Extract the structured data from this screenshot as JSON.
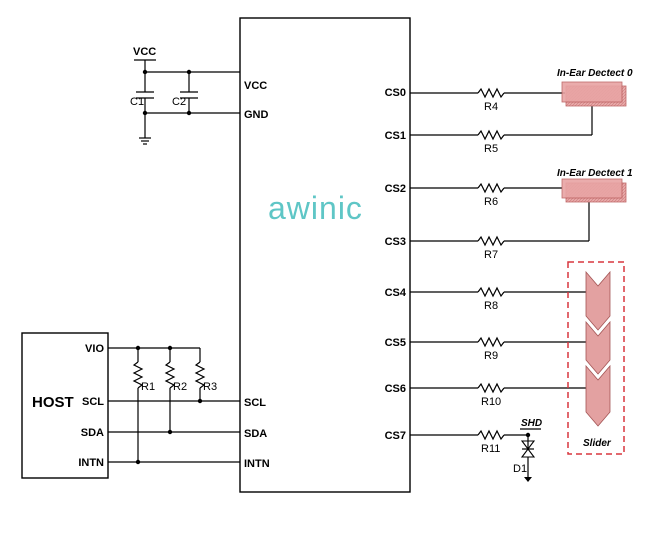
{
  "logo": "awinic",
  "power": {
    "vcc_label": "VCC"
  },
  "capacitors": [
    "C1",
    "C2"
  ],
  "host": {
    "label": "HOST",
    "pins": [
      "VIO",
      "SCL",
      "SDA",
      "INTN"
    ]
  },
  "chip": {
    "left_pins": [
      "VCC",
      "GND",
      "SCL",
      "SDA",
      "INTN"
    ],
    "right_pins": [
      "CS0",
      "CS1",
      "CS2",
      "CS3",
      "CS4",
      "CS5",
      "CS6",
      "CS7"
    ]
  },
  "pullups": [
    "R1",
    "R2",
    "R3"
  ],
  "series_resistors": [
    "R4",
    "R5",
    "R6",
    "R7",
    "R8",
    "R9",
    "R10",
    "R11"
  ],
  "pads": {
    "in_ear_0": "In-Ear Dectect 0",
    "in_ear_1": "In-Ear Dectect 1",
    "slider": "Slider",
    "shd": "SHD",
    "diode": "D1"
  },
  "colors": {
    "logo": "#5fc6c6",
    "pad_fill": "#e3a1a1",
    "slider_border": "#d9363e"
  }
}
